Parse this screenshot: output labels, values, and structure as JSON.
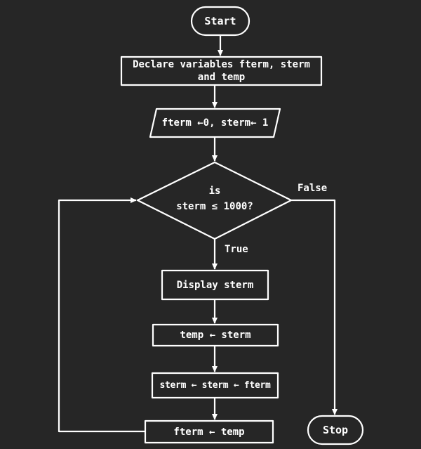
{
  "colors": {
    "background": "#262626",
    "stroke": "#ffffff",
    "text": "#ffffff"
  },
  "nodes": {
    "start": "Start",
    "declare_line1": "Declare variables fterm, sterm",
    "declare_line2": "and temp",
    "init": "fterm ←0, sterm← 1",
    "decision_line1": "is",
    "decision_line2": "sterm ≤ 1000?",
    "display": "Display sterm",
    "temp_assign": "temp ← sterm",
    "sterm_assign": "sterm ← sterm ← fterm",
    "fterm_assign": "fterm ← temp",
    "stop": "Stop"
  },
  "edge_labels": {
    "false": "False",
    "true": "True"
  }
}
